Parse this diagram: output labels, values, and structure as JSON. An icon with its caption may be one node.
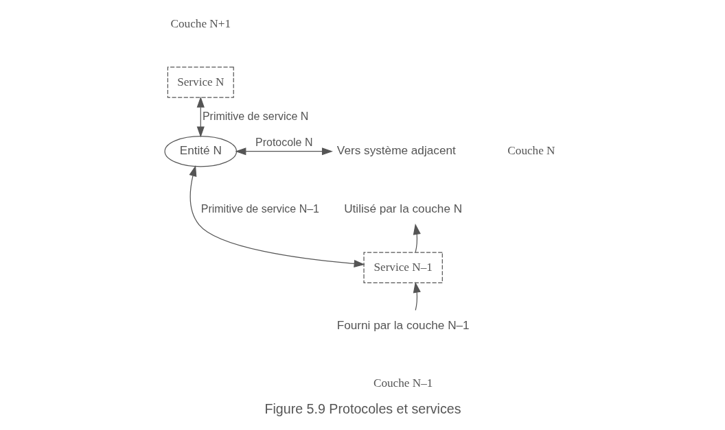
{
  "diagram": {
    "caption": "Figure 5.9 Protocoles et services",
    "nodes": [
      {
        "text": [
          "Service N"
        ]
      },
      {
        "text": [
          "Entité N"
        ]
      },
      {
        "text": [
          "Service N–1"
        ]
      },
      {
        "text": [
          "Vers système adjacent"
        ]
      },
      {
        "text": [
          "Utilisé par la couche N"
        ]
      },
      {
        "text": [
          "Fourni par la couche N–1"
        ]
      }
    ],
    "edges": [
      {
        "from": 0,
        "to": 1,
        "arrow": "both",
        "label": "Primitive de service N"
      },
      {
        "from": 1,
        "to": 2,
        "arrow": "both",
        "label": "Primitive de service N–1"
      },
      {
        "from": 1,
        "to": 3,
        "arrow": "both",
        "label": "Protocole N"
      },
      {
        "from": 2,
        "to": 4,
        "arrow": "to"
      },
      {
        "from": 5,
        "to": 2,
        "arrow": "to"
      }
    ],
    "labels": [
      "Couche N+1",
      "Couche N",
      "Couche N–1"
    ]
  }
}
